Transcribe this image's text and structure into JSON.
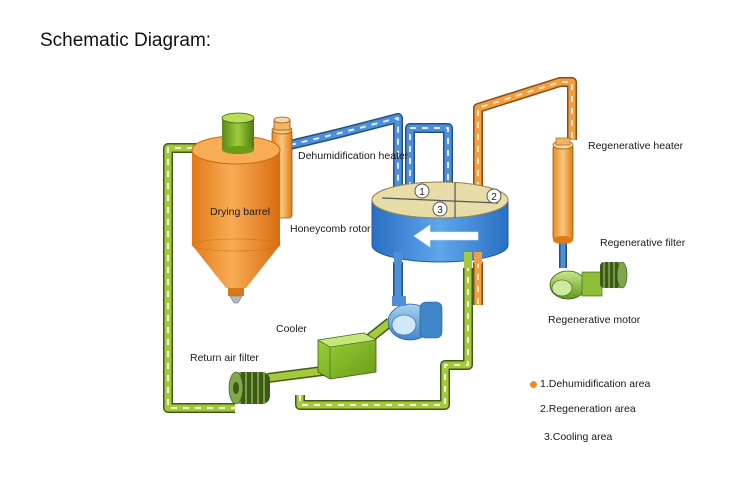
{
  "title": "Schematic Diagram:",
  "labels": {
    "dehumidification_heater": "Dehumidification heater",
    "drying_barrel": "Drying barrel",
    "honeycomb_rotor": "Honeycomb rotor",
    "cooler": "Cooler",
    "return_air_filter": "Return air filter",
    "regenerative_heater": "Regenerative heater",
    "regenerative_filter": "Regenerative filter",
    "regenerative_motor": "Regenerative motor"
  },
  "rotor_zones": [
    "1",
    "2",
    "3"
  ],
  "legend": [
    "1.Dehumidification area",
    "2.Regeneration area",
    "3.Cooling area"
  ],
  "colors": {
    "process_pipe": "#a6c93c",
    "dry_air_pipe": "#4f8fd8",
    "regeneration_pipe": "#f0a040",
    "barrel": "#f0902a",
    "rotor": "#3d8ede",
    "legend_dot": "#f08a2a"
  }
}
